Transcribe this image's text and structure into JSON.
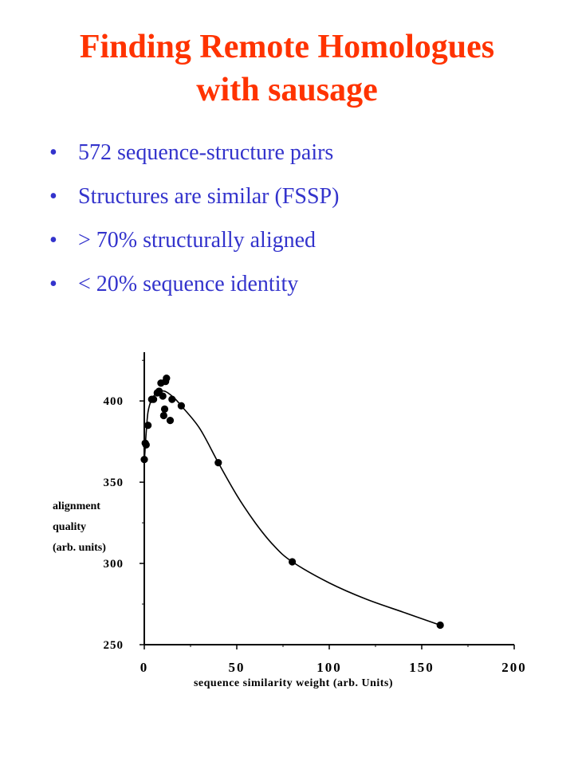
{
  "slide": {
    "title_line1": "Finding Remote Homologues",
    "title_line2": "with sausage",
    "bullets": [
      "572 sequence-structure pairs",
      "Structures are similar (FSSP)",
      "> 70% structurally aligned",
      "< 20% sequence identity"
    ]
  },
  "colors": {
    "title": "#ff3300",
    "bullets": "#3333cc",
    "plot": "#000000"
  },
  "chart_data": {
    "type": "scatter",
    "title": "",
    "xlabel": "sequence similarity weight (arb. Units)",
    "ylabel_lines": [
      "alignment",
      "quality",
      "(arb. units)"
    ],
    "xlim": [
      0,
      200
    ],
    "ylim": [
      250,
      430
    ],
    "xticks": [
      0,
      50,
      100,
      150,
      200
    ],
    "yticks": [
      250,
      300,
      350,
      400
    ],
    "grid": false,
    "points": [
      {
        "x": 0,
        "y": 364
      },
      {
        "x": 0.5,
        "y": 374
      },
      {
        "x": 1,
        "y": 373
      },
      {
        "x": 2,
        "y": 385
      },
      {
        "x": 4,
        "y": 401
      },
      {
        "x": 5,
        "y": 401
      },
      {
        "x": 7,
        "y": 405
      },
      {
        "x": 8,
        "y": 406
      },
      {
        "x": 9,
        "y": 411
      },
      {
        "x": 10,
        "y": 403
      },
      {
        "x": 10.5,
        "y": 391
      },
      {
        "x": 11,
        "y": 395
      },
      {
        "x": 11.5,
        "y": 412
      },
      {
        "x": 12,
        "y": 414
      },
      {
        "x": 14,
        "y": 388
      },
      {
        "x": 15,
        "y": 401
      },
      {
        "x": 20,
        "y": 397
      },
      {
        "x": 40,
        "y": 362
      },
      {
        "x": 80,
        "y": 301
      },
      {
        "x": 160,
        "y": 262
      }
    ],
    "curve": [
      {
        "x": 0,
        "y": 362
      },
      {
        "x": 1,
        "y": 380
      },
      {
        "x": 2,
        "y": 393
      },
      {
        "x": 4,
        "y": 401
      },
      {
        "x": 7,
        "y": 405
      },
      {
        "x": 11,
        "y": 406
      },
      {
        "x": 16,
        "y": 402
      },
      {
        "x": 20,
        "y": 397
      },
      {
        "x": 30,
        "y": 383
      },
      {
        "x": 40,
        "y": 362
      },
      {
        "x": 50,
        "y": 342
      },
      {
        "x": 60,
        "y": 325
      },
      {
        "x": 70,
        "y": 311
      },
      {
        "x": 80,
        "y": 301
      },
      {
        "x": 100,
        "y": 288
      },
      {
        "x": 120,
        "y": 278
      },
      {
        "x": 140,
        "y": 270
      },
      {
        "x": 160,
        "y": 262
      }
    ]
  }
}
